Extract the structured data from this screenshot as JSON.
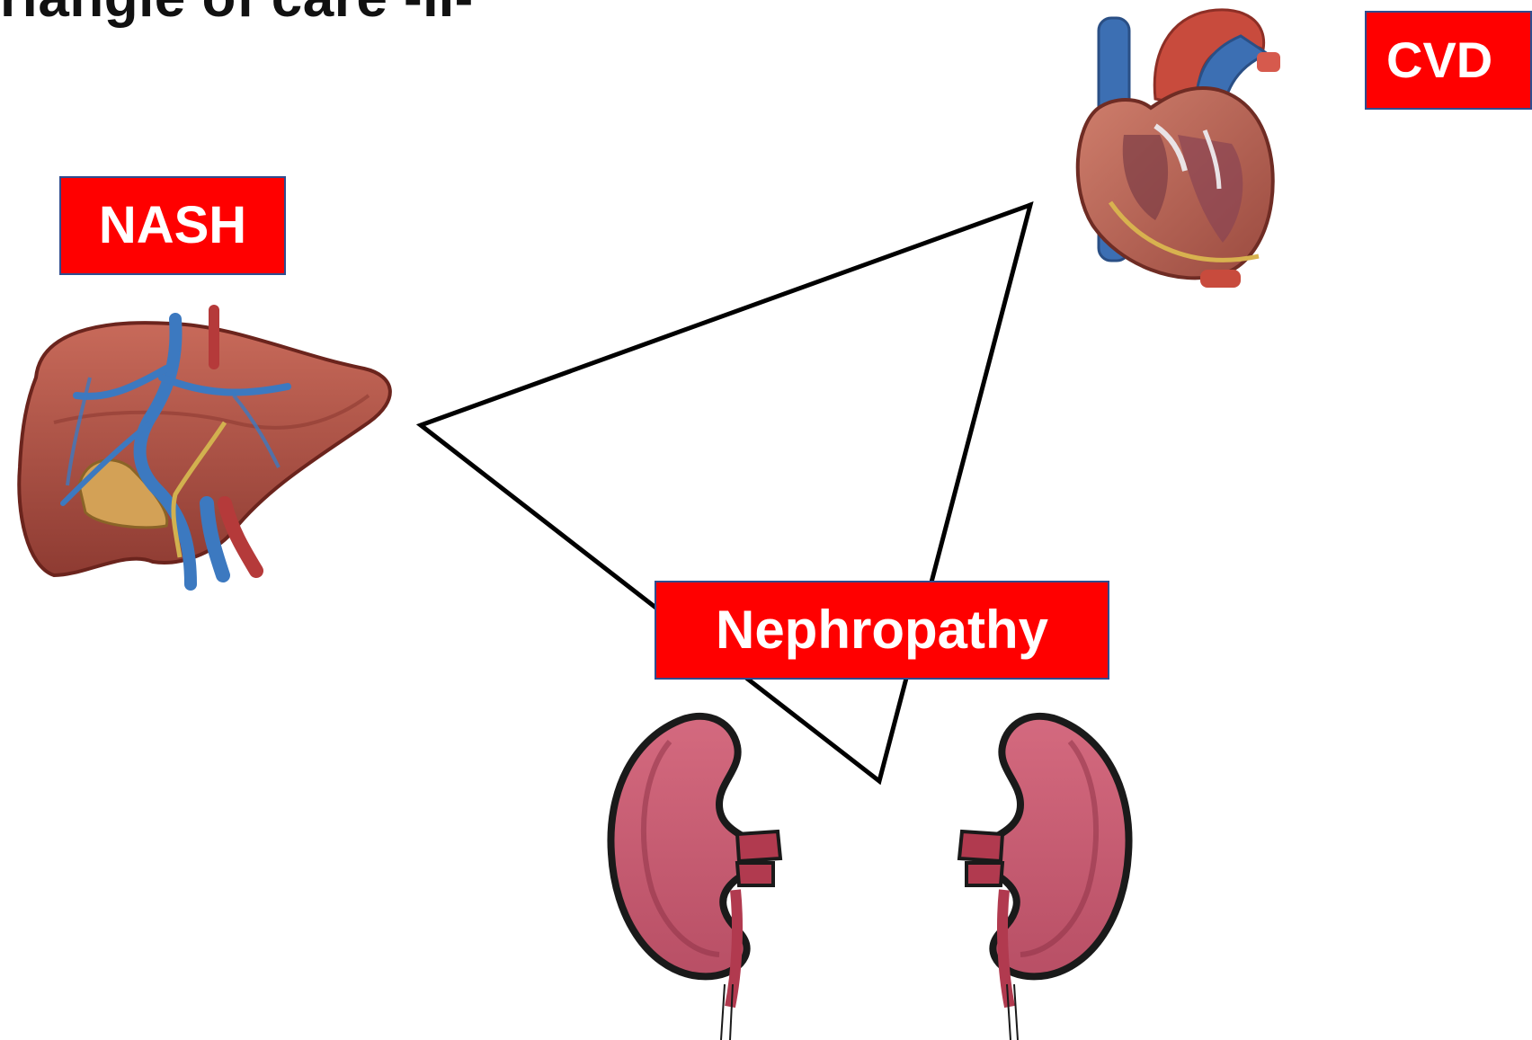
{
  "title": "riangle of care -II-",
  "labels": {
    "cvd": "CVD",
    "nash": "NASH",
    "nephropathy": "Nephropathy"
  },
  "icons": {
    "heart": "heart-illustration",
    "liver": "liver-illustration",
    "kidney_left": "kidney-illustration",
    "kidney_right": "kidney-illustration"
  },
  "colors": {
    "label_bg": "#ff0000",
    "label_text": "#ffffff",
    "label_border": "#2f4d8f",
    "triangle_line": "#000000"
  }
}
